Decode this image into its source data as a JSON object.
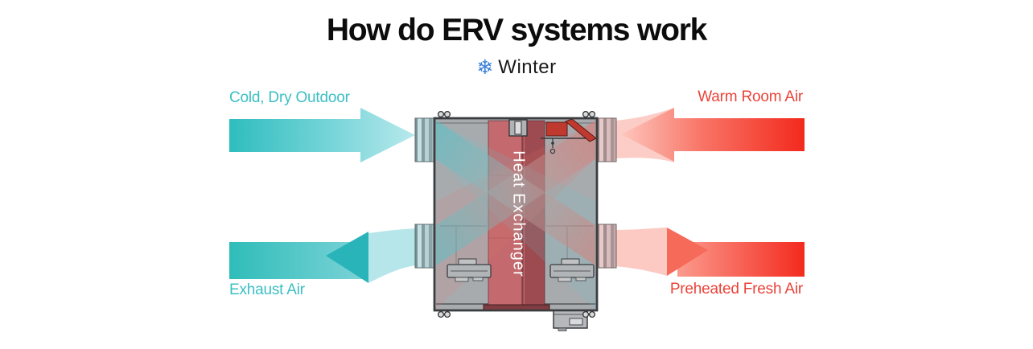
{
  "header": {
    "title": "How do ERV systems work",
    "season": "Winter",
    "season_icon": "❄"
  },
  "diagram": {
    "unit": {
      "label": "Heat Exchanger"
    },
    "flows": [
      {
        "id": "cold-dry-outdoor",
        "label": "Cold, Dry Outdoor",
        "side": "top-left",
        "direction": "into-unit",
        "color": "#3bbfc4"
      },
      {
        "id": "warm-room-air",
        "label": "Warm Room Air",
        "side": "top-right",
        "direction": "into-unit",
        "color": "#ea4339"
      },
      {
        "id": "exhaust-air",
        "label": "Exhaust Air",
        "side": "bottom-left",
        "direction": "out-of-unit",
        "color": "#3bbfc4"
      },
      {
        "id": "preheated-fresh-air",
        "label": "Preheated Fresh Air",
        "side": "bottom-right",
        "direction": "out-of-unit",
        "color": "#ea4339"
      }
    ]
  },
  "colors": {
    "ink": "#0c0c0c",
    "blue": "#3c80d8",
    "teal": "#3bbfc4",
    "red": "#ea4339",
    "arrow_teal": "#2fbdb9",
    "arrow_red": "#f3291d",
    "exchanger_light": "#c4696d",
    "exchanger_dark": "#9d4a50",
    "unit_gray": "#a8abae"
  }
}
